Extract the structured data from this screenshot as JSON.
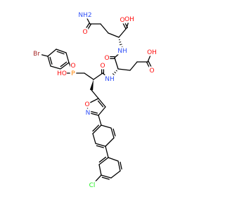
{
  "colors": {
    "bond": "#000000",
    "oxygen": "#ff0d0d",
    "nitrogen": "#3050f8",
    "phosphorus": "#ff8000",
    "bromine": "#a62929",
    "chlorine": "#1ff01f",
    "carbon": "#000000"
  },
  "labels": {
    "amide_nh2": "NH2",
    "amide_o": "O",
    "gln_cooh_o": "O",
    "gln_oh": "OH",
    "gln_nh": "NH",
    "gln_c_o": "O",
    "glu_cooh_o": "O",
    "glu_oh": "OH",
    "glu_nh": "NH",
    "glu_c_o": "O",
    "bromine": "Br",
    "phosphorus": "P",
    "p_oxo": "O",
    "p_hydroxy": "HO",
    "isoxazole_o": "O",
    "isoxazole_n": "N",
    "chlorine": "Cl"
  }
}
